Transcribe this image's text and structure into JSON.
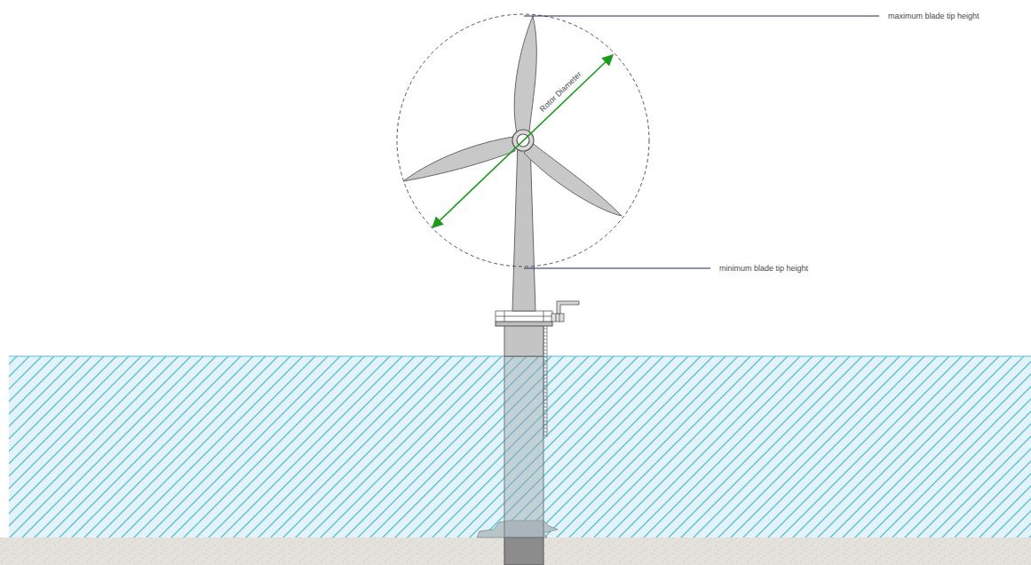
{
  "diagram": {
    "labels": [
      "maximum blade tip height",
      "minimum blade tip height",
      "Rotor Diameter"
    ]
  }
}
